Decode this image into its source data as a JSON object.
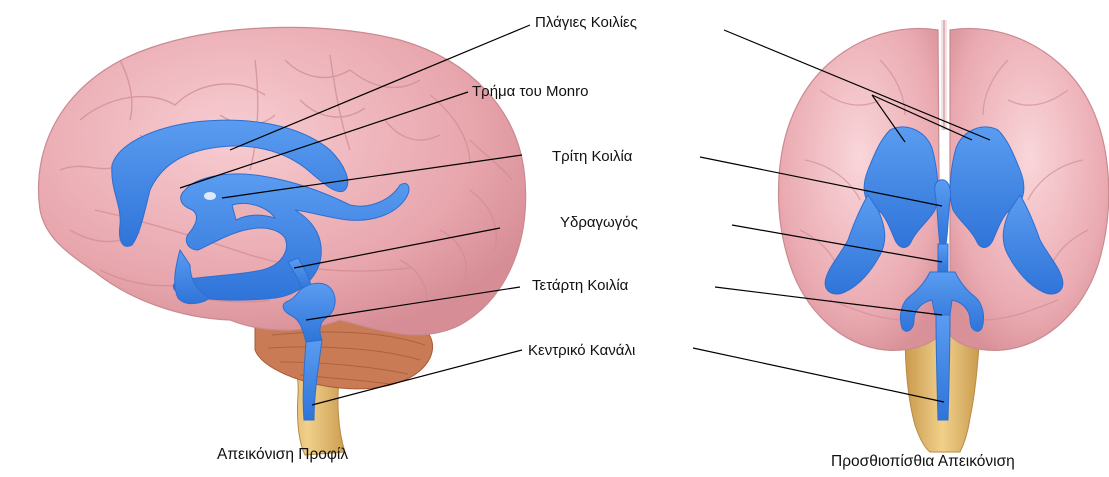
{
  "labels": {
    "lateral_ventricles": "Πλάγιες Κοιλίες",
    "foramen_of_monro": "Τρήμα του Monro",
    "third_ventricle": "Τρίτη Κοιλία",
    "aqueduct": "Υδραγωγός",
    "fourth_ventricle": "Τετάρτη Κοιλία",
    "central_canal": "Κεντρικό Κανάλι"
  },
  "captions": {
    "profile_view": "Απεικόνιση Προφίλ",
    "anterior_posterior_view": "Προσθιοπίσθια Απεικόνιση"
  },
  "colors": {
    "brain_pink": "#eaaab0",
    "brain_outline": "#c98a90",
    "ventricle_blue": "#3d86e8",
    "cerebellum": "#c8744f",
    "brainstem": "#e8c27a",
    "leader_line": "#000000"
  }
}
